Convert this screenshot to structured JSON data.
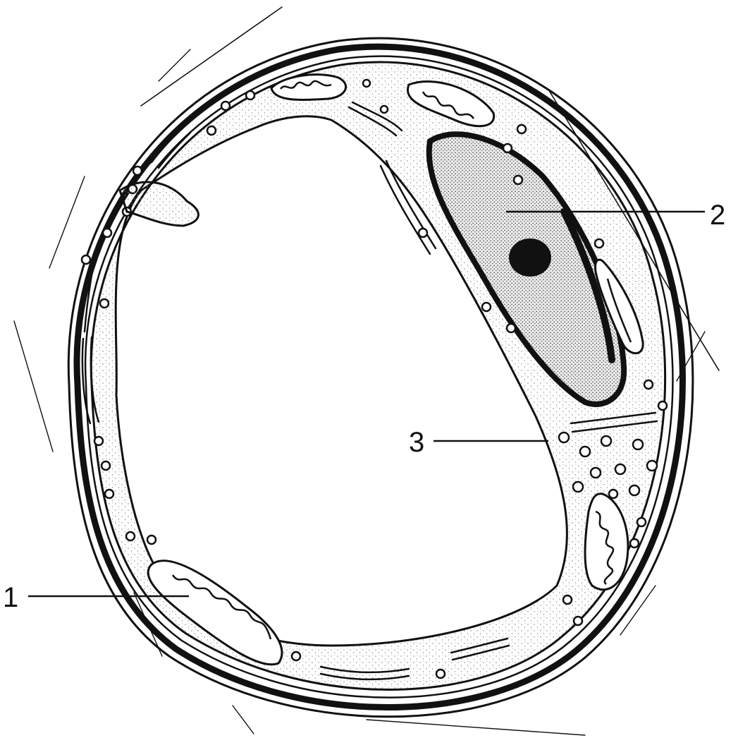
{
  "labels": [
    {
      "id": "1"
    },
    {
      "id": "2"
    },
    {
      "id": "3"
    }
  ],
  "colors": {
    "ink": "#111111",
    "background": "#ffffff",
    "cytoplasm_stipple": "#8a8a8a"
  }
}
